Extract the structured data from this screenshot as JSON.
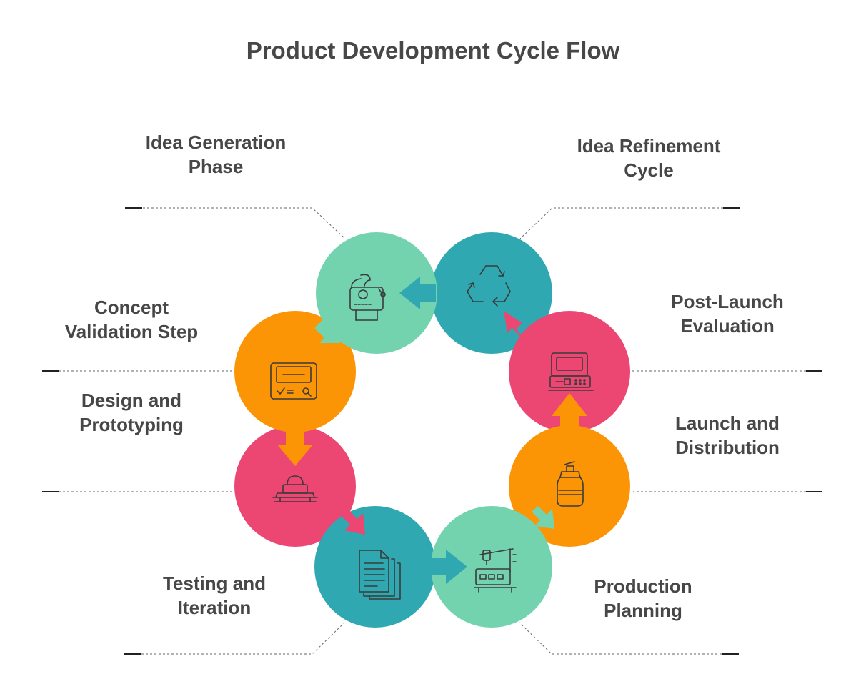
{
  "title": "Product Development Cycle Flow",
  "colors": {
    "mint": "#73D3AE",
    "teal": "#2FA8B2",
    "orange": "#FB9505",
    "pink": "#EC4672",
    "icon": "#3a3a3a",
    "leader": "#555555"
  },
  "stages": [
    {
      "id": "idea-generation",
      "line1": "Idea Generation",
      "line2": "Phase",
      "color": "mint",
      "icon": "idea-sketch-icon"
    },
    {
      "id": "idea-refinement",
      "line1": "Idea Refinement",
      "line2": "Cycle",
      "color": "teal",
      "icon": "recycle-icon"
    },
    {
      "id": "post-launch",
      "line1": "Post-Launch",
      "line2": "Evaluation",
      "color": "pink",
      "icon": "computer-terminal-icon"
    },
    {
      "id": "launch-distribution",
      "line1": "Launch and",
      "line2": "Distribution",
      "color": "orange",
      "icon": "gas-cylinder-icon"
    },
    {
      "id": "production-planning",
      "line1": "Production",
      "line2": "Planning",
      "color": "mint",
      "icon": "machine-icon"
    },
    {
      "id": "testing-iteration",
      "line1": "Testing and",
      "line2": "Iteration",
      "color": "teal",
      "icon": "documents-icon"
    },
    {
      "id": "design-prototyping",
      "line1": "Design and",
      "line2": "Prototyping",
      "color": "pink",
      "icon": "prototype-press-icon"
    },
    {
      "id": "concept-validation",
      "line1": "Concept",
      "line2": "Validation Step",
      "color": "orange",
      "icon": "validation-device-icon"
    }
  ]
}
